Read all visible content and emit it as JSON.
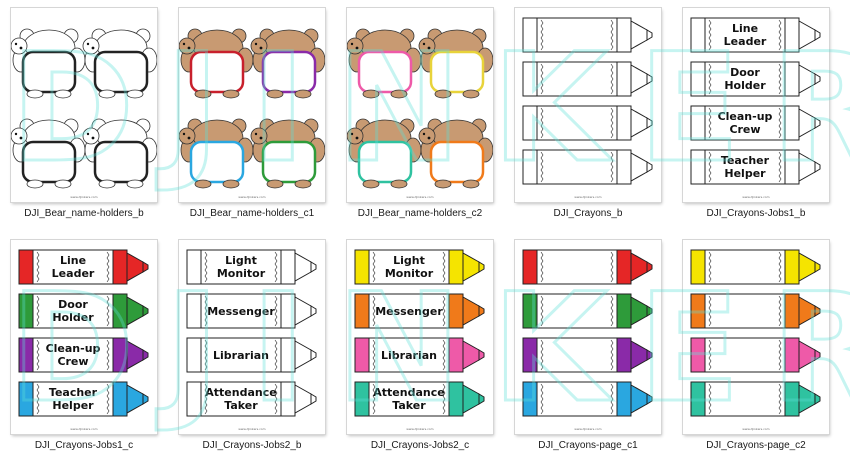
{
  "watermark": "DJINKERS",
  "site_text": "www.djinkers.com",
  "colors": {
    "red": "#e52626",
    "green": "#2e9b3a",
    "purple": "#8a2aa8",
    "blue": "#2aa7e0",
    "yellow": "#f5e400",
    "orange": "#f07a1a",
    "pink": "#ee5aa8",
    "teal": "#2fc2a0",
    "bear": "#c89a72"
  },
  "tiles": [
    {
      "caption": "DJI_Bear_name-holders_b",
      "kind": "bear",
      "frames": [
        "#222222",
        "#222222",
        "#222222",
        "#222222"
      ],
      "bear": "#ffffff"
    },
    {
      "caption": "DJI_Bear_name-holders_c1",
      "kind": "bear",
      "frames": [
        "#c8202c",
        "#8a2aa8",
        "#2aa7e0",
        "#2e9b3a"
      ],
      "bear": "#c89a72"
    },
    {
      "caption": "DJI_Bear_name-holders_c2",
      "kind": "bear",
      "frames": [
        "#ee5aa8",
        "#e8d33a",
        "#2fc2a0",
        "#f07a1a"
      ],
      "bear": "#c89a72"
    },
    {
      "caption": "DJI_Crayons_b",
      "kind": "crayon",
      "colors": [
        "#ffffff",
        "#ffffff",
        "#ffffff",
        "#ffffff"
      ],
      "labels": [
        [],
        [],
        [],
        []
      ]
    },
    {
      "caption": "DJI_Crayons-Jobs1_b",
      "kind": "crayon",
      "colors": [
        "#ffffff",
        "#ffffff",
        "#ffffff",
        "#ffffff"
      ],
      "labels": [
        [
          "Line",
          "Leader"
        ],
        [
          "Door",
          "Holder"
        ],
        [
          "Clean-up",
          "Crew"
        ],
        [
          "Teacher",
          "Helper"
        ]
      ]
    },
    {
      "caption": "DJI_Crayons-Jobs1_c",
      "kind": "crayon",
      "colors": [
        "#e52626",
        "#2e9b3a",
        "#8a2aa8",
        "#2aa7e0"
      ],
      "labels": [
        [
          "Line",
          "Leader"
        ],
        [
          "Door",
          "Holder"
        ],
        [
          "Clean-up",
          "Crew"
        ],
        [
          "Teacher",
          "Helper"
        ]
      ]
    },
    {
      "caption": "DJI_Crayons-Jobs2_b",
      "kind": "crayon",
      "colors": [
        "#ffffff",
        "#ffffff",
        "#ffffff",
        "#ffffff"
      ],
      "labels": [
        [
          "Light",
          "Monitor"
        ],
        [
          "Messenger"
        ],
        [
          "Librarian"
        ],
        [
          "Attendance",
          "Taker"
        ]
      ]
    },
    {
      "caption": "DJI_Crayons-Jobs2_c",
      "kind": "crayon",
      "colors": [
        "#f5e400",
        "#f07a1a",
        "#ee5aa8",
        "#2fc2a0"
      ],
      "labels": [
        [
          "Light",
          "Monitor"
        ],
        [
          "Messenger"
        ],
        [
          "Librarian"
        ],
        [
          "Attendance",
          "Taker"
        ]
      ]
    },
    {
      "caption": "DJI_Crayons-page_c1",
      "kind": "crayon",
      "colors": [
        "#e52626",
        "#2e9b3a",
        "#8a2aa8",
        "#2aa7e0"
      ],
      "labels": [
        [],
        [],
        [],
        []
      ]
    },
    {
      "caption": "DJI_Crayons-page_c2",
      "kind": "crayon",
      "colors": [
        "#f5e400",
        "#f07a1a",
        "#ee5aa8",
        "#2fc2a0"
      ],
      "labels": [
        [],
        [],
        [],
        []
      ]
    }
  ]
}
